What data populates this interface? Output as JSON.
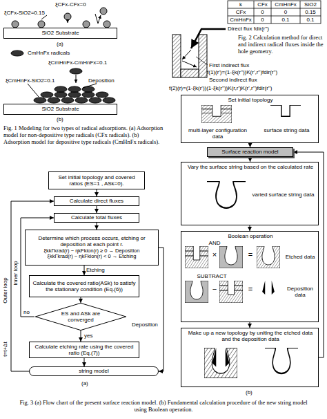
{
  "diagram": {
    "caption": "Fig. 3 (a) Flow chart of the present surface reaction model. (b) Fundamental calculation procedure of the new string model using Boolean operation.",
    "nodes": [
      {
        "text": [
          "SiO2 Substrate"
        ]
      },
      {
        "text": [
          "SiO2 Substrate"
        ]
      },
      {
        "text": [
          "Set initial topology and covered ratios (ES=1 , ASk=0)."
        ]
      },
      {
        "text": [
          "Calculate direct fluxes"
        ]
      },
      {
        "text": [
          "Calculate total fluxes"
        ]
      },
      {
        "text": [
          "Determine which process occurs, etching or deposition at each point r.",
          "ξkkΓkrad(r) − ηkFkion(r) ≥ 0 → Deposition",
          "ξkkΓkrad(r) − ηkFkion(r) < 0 → Etching"
        ]
      },
      {
        "text": [
          "Calculate the covered ratio(ASk) to satisfy the stationary condition (Eq.(6))"
        ]
      },
      {
        "text": [
          "ES and ASk are converged"
        ]
      },
      {
        "text": [
          "Calculate etching rate using the covered ratio (Eq.(7))"
        ]
      },
      {
        "text": [
          "string model"
        ]
      },
      {
        "text": [
          "Set initial topology",
          "multi-layer configuration data",
          "surface string data"
        ]
      },
      {
        "text": [
          "Surface reaction model"
        ]
      },
      {
        "text": [
          "Vary the surface string based on the calculated rate",
          "varied surface string data"
        ]
      },
      {
        "text": [
          "Boolean operation",
          "AND",
          "×",
          "=",
          "Etched data",
          "SUBTRACT",
          "−",
          "=",
          "Deposition data"
        ]
      },
      {
        "text": [
          "Make up a new topology by uniting the etched data and the deposition data"
        ]
      }
    ],
    "edges": [
      {
        "from": 2,
        "to": 3,
        "arrow": "to"
      },
      {
        "from": 3,
        "to": 4,
        "arrow": "to"
      },
      {
        "from": 4,
        "to": 5,
        "arrow": "to"
      },
      {
        "from": 5,
        "to": 6,
        "label": "Etching",
        "arrow": "to"
      },
      {
        "from": 6,
        "to": 7,
        "arrow": "to"
      },
      {
        "from": 7,
        "to": 4,
        "label": "no",
        "arrow": "to"
      },
      {
        "from": 7,
        "to": 8,
        "label": "yes",
        "arrow": "to"
      },
      {
        "from": 8,
        "to": 9,
        "arrow": "to"
      },
      {
        "from": 5,
        "to": 9,
        "label": "Deposition",
        "arrow": "to"
      },
      {
        "from": 9,
        "to": 3,
        "label": "t=t+Δt",
        "arrow": "to"
      },
      {
        "from": 10,
        "to": 11,
        "arrow": "to"
      },
      {
        "from": 11,
        "to": 12,
        "arrow": "to"
      },
      {
        "from": 12,
        "to": 13,
        "arrow": "to"
      },
      {
        "from": 13,
        "to": 14,
        "arrow": "to"
      },
      {
        "from": 14,
        "to": 11,
        "arrow": "to"
      }
    ],
    "labels": [
      "ξCFx-CFx=0",
      "ξCFx-SiO2=0.15",
      "(a)",
      "CmHnFx radicals",
      "ξCmHnFx-CmHnFx=0.1",
      "ξCmHnFx-SiO2=0.1",
      "Deposition",
      "(b)",
      "Fig. 1 Modeling for two types of radical adsorptions. (a) Adsorption model for non-depositive type radicals (CFx radicals). (b) Adsorption model for depositive type radicals (CmHnFx radicals).",
      "k",
      "CFx",
      "CmHnFx",
      "SiO2",
      "CFx",
      "0",
      "0",
      "0.15",
      "CmHnFx",
      "0",
      "0.1",
      "0.1",
      "Direct flux fdir(r'')",
      "First indirect flux",
      "f(1)(r')=(1-ξk(r''))K(r',r'')fdir(r'')",
      "Second indirect flux",
      "f(2)(r)=(1-ξk(r'))(1-ξk(r''))K(r,r')K(r',r'')fdir(r'')",
      "Fig. 2 Calculation method for direct and indirect radical fluxes inside the hole geometry.",
      "Outer loop",
      "Inner loop",
      "(a)",
      "(b)"
    ]
  }
}
